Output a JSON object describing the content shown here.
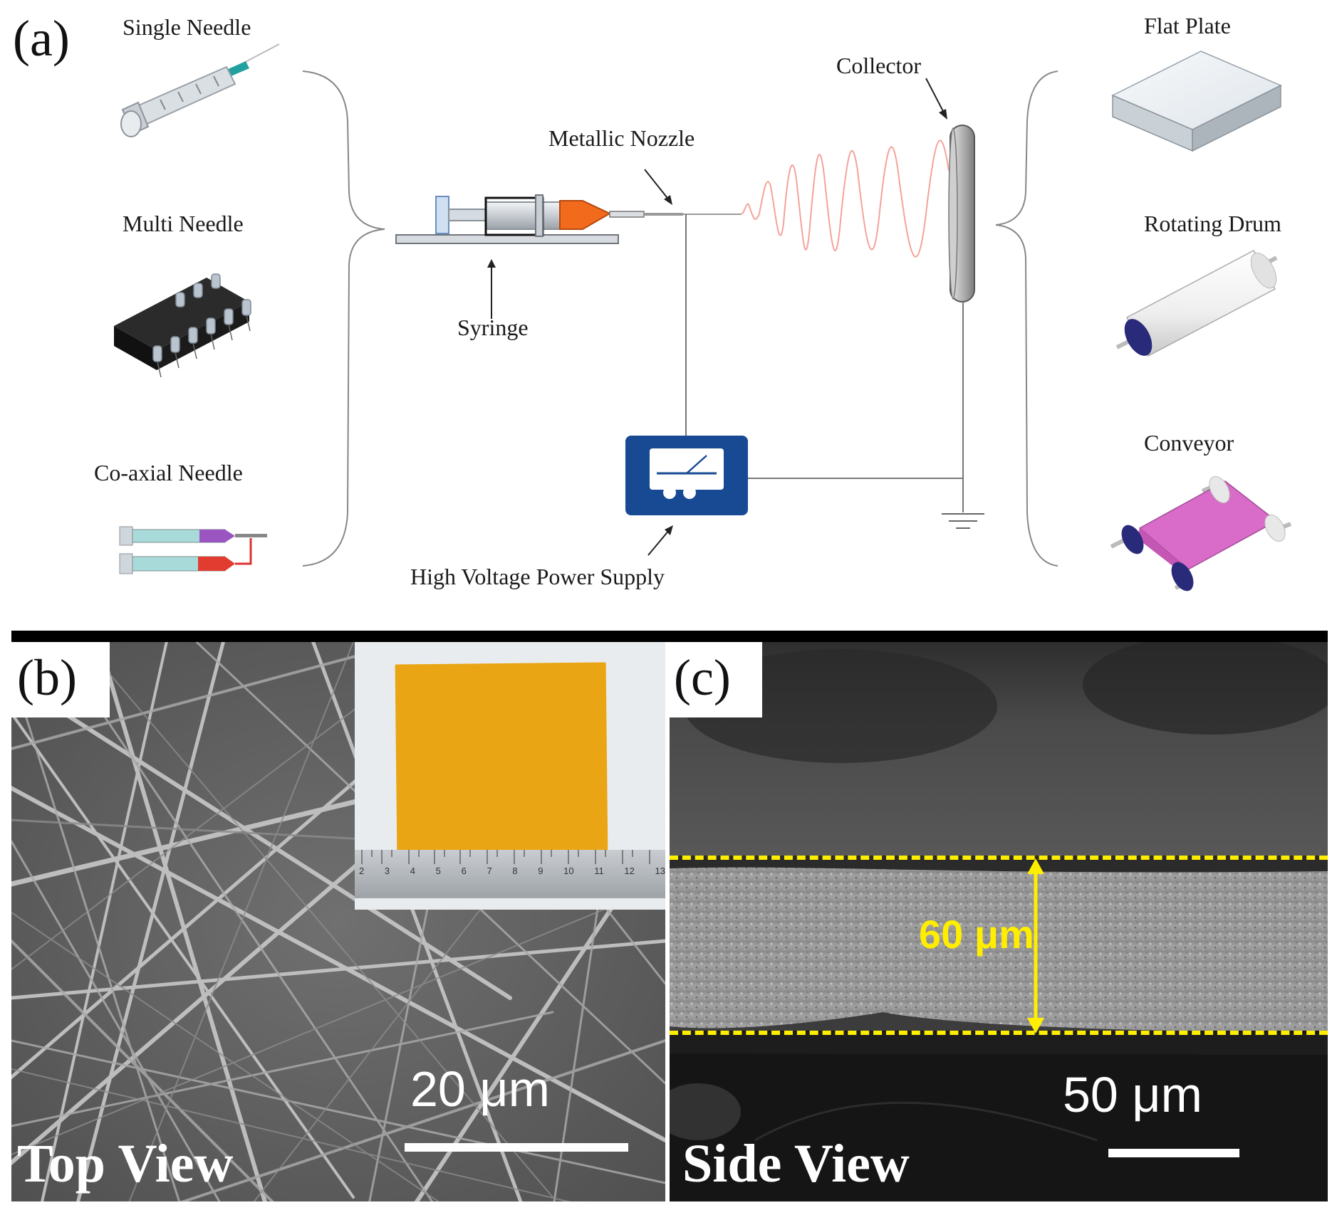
{
  "panels": {
    "a": {
      "letter": "(a)",
      "needles": {
        "single": "Single Needle",
        "multi": "Multi Needle",
        "coaxial": "Co-axial Needle"
      },
      "parts": {
        "nozzle": "Metallic Nozzle",
        "collector": "Collector",
        "syringe": "Syringe",
        "power": "High Voltage Power Supply"
      },
      "collectors": {
        "flat": "Flat Plate",
        "drum": "Rotating Drum",
        "conveyor": "Conveyor"
      }
    },
    "b": {
      "letter": "(b)",
      "scale": "20 μm",
      "view": "Top View",
      "ruler_ticks": [
        "2",
        "3",
        "4",
        "5",
        "6",
        "7",
        "8",
        "9",
        "10",
        "11",
        "12",
        "13"
      ]
    },
    "c": {
      "letter": "(c)",
      "thickness": "60 μm",
      "scale": "50 μm",
      "view": "Side View"
    }
  },
  "colors": {
    "sample_yellow": "#e9a514",
    "highlight_yellow": "#ffee00",
    "power_blue": "#174a93",
    "syringe_orange": "#f26b1d",
    "jet_pink": "#f4a39a",
    "conveyor_pink": "#d86cc8",
    "drum_navy": "#2a2a7a"
  },
  "icons": [
    "syringe-icon",
    "multi-needle-icon",
    "coaxial-needle-icon",
    "flat-plate-icon",
    "rotating-drum-icon",
    "conveyor-icon",
    "power-supply-icon",
    "ground-icon"
  ]
}
